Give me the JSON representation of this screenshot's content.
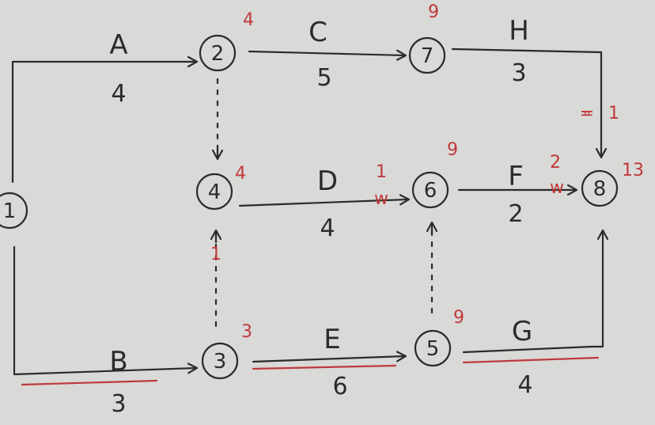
{
  "nodes": [
    {
      "id": "n1",
      "label": "1",
      "time": ""
    },
    {
      "id": "n2",
      "label": "2",
      "time": "4"
    },
    {
      "id": "n3",
      "label": "3",
      "time": "3"
    },
    {
      "id": "n4",
      "label": "4",
      "time": "4"
    },
    {
      "id": "n5",
      "label": "5",
      "time": "9"
    },
    {
      "id": "n6",
      "label": "6",
      "time": "9"
    },
    {
      "id": "n7",
      "label": "7",
      "time": "9"
    },
    {
      "id": "n8",
      "label": "8",
      "time": "13"
    }
  ],
  "activities": {
    "A": {
      "name": "A",
      "duration": "4"
    },
    "B": {
      "name": "B",
      "duration": "3"
    },
    "C": {
      "name": "C",
      "duration": "5"
    },
    "D": {
      "name": "D",
      "duration": "4"
    },
    "E": {
      "name": "E",
      "duration": "6"
    },
    "F": {
      "name": "F",
      "duration": "2"
    },
    "G": {
      "name": "G",
      "duration": "4"
    },
    "H": {
      "name": "H",
      "duration": "3"
    }
  },
  "annotations": {
    "d_free": "1",
    "d_wave": "w",
    "f_free": "2",
    "f_wave": "w",
    "h_float": "1",
    "dummy34_float": "1"
  },
  "colors": {
    "ink": "#2b2b2b",
    "red": "#c0393b",
    "paper": "#d9d9d7"
  }
}
